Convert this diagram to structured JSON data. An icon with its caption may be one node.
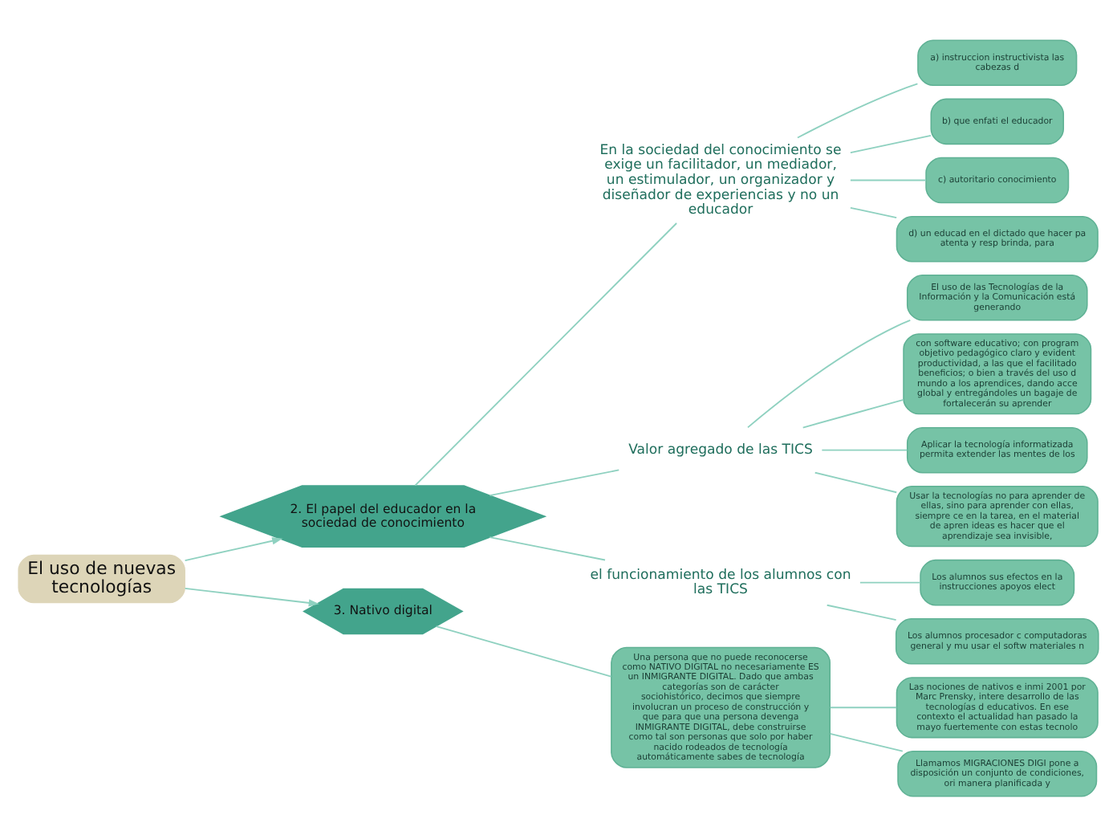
{
  "diagram": {
    "nodes": [
      {
        "text": [
          "El uso de nuevas tecnologías"
        ]
      },
      {
        "text": [
          "2. El papel del educador en la sociedad de conocimiento"
        ]
      },
      {
        "text": [
          "En la sociedad del conocimiento se exige un facilitador, un mediador, un estimulador, un organizador y diseñador de experiencias y no un educador"
        ]
      },
      {
        "text": [
          "a) instruccion instructivista las cabezas d"
        ]
      },
      {
        "text": [
          "b) que enfati el educador"
        ]
      },
      {
        "text": [
          "c) autoritario conocimiento"
        ]
      },
      {
        "text": [
          "d) un educad en el dictado que hacer pa atenta y resp brinda, para"
        ]
      },
      {
        "text": [
          "Valor agregado de las TICS"
        ]
      },
      {
        "text": [
          "El uso de las Tecnologías de la Información y la Comunicación está generando"
        ]
      },
      {
        "text": [
          "con software educativo; con program objetivo pedagógico claro y evident productividad, a las que el facilitado beneficios; o bien a través del uso d mundo a los aprendices, dando acce global y entregándoles un bagaje de fortalecerán su aprender"
        ]
      },
      {
        "text": [
          "Aplicar la tecnología informatizada permita extender las mentes de los"
        ]
      },
      {
        "text": [
          "Usar la tecnologías no para aprender de ellas, sino para aprender con ellas, siempre ce en la tarea, en el material de apren ideas es hacer que el aprendizaje sea invisible,"
        ]
      },
      {
        "text": [
          "el funcionamiento de los alumnos con las TICS"
        ]
      },
      {
        "text": [
          "Los alumnos sus efectos en la instrucciones apoyos elect"
        ]
      },
      {
        "text": [
          "Los alumnos procesador c computadoras general y mu usar el softw materiales n"
        ]
      },
      {
        "text": [
          "3. Nativo digital"
        ]
      },
      {
        "text": [
          "Una persona que no puede reconocerse como NATIVO DIGITAL no necesariamente ES un INMIGRANTE DIGITAL. Dado que ambas categorías son de carácter sociohistórico, decimos que siempre involucran un proceso de construcción y que para que una persona devenga INMIGRANTE DIGITAL, debe construirse como tal son personas que solo por haber nacido rodeados de tecnología automáticamente sabes de tecnología"
        ]
      },
      {
        "text": [
          "Las nociones de nativos e inmi 2001 por Marc Prensky, intere desarrollo de las tecnologías d educativos. En ese contexto el actualidad han pasado la mayo fuertemente con estas tecnolo"
        ]
      },
      {
        "text": [
          "Llamamos MIGRACIONES DIGI pone a disposición un conjunto de condiciones, ori manera planificada y"
        ]
      }
    ],
    "edges": [
      {
        "from": 0,
        "to": 1,
        "arrow": "to"
      },
      {
        "from": 1,
        "to": 2,
        "arrow": "none"
      },
      {
        "from": 2,
        "to": 3,
        "arrow": "none"
      },
      {
        "from": 2,
        "to": 4,
        "arrow": "none"
      },
      {
        "from": 2,
        "to": 5,
        "arrow": "none"
      },
      {
        "from": 2,
        "to": 6,
        "arrow": "none"
      },
      {
        "from": 1,
        "to": 7,
        "arrow": "none"
      },
      {
        "from": 7,
        "to": 8,
        "arrow": "none"
      },
      {
        "from": 7,
        "to": 9,
        "arrow": "none"
      },
      {
        "from": 7,
        "to": 10,
        "arrow": "none"
      },
      {
        "from": 7,
        "to": 11,
        "arrow": "none"
      },
      {
        "from": 1,
        "to": 12,
        "arrow": "none"
      },
      {
        "from": 12,
        "to": 13,
        "arrow": "none"
      },
      {
        "from": 12,
        "to": 14,
        "arrow": "none"
      },
      {
        "from": 0,
        "to": 15,
        "arrow": "to"
      },
      {
        "from": 15,
        "to": 16,
        "arrow": "none"
      },
      {
        "from": 16,
        "to": 17,
        "arrow": "none"
      },
      {
        "from": 16,
        "to": 18,
        "arrow": "none"
      }
    ]
  }
}
